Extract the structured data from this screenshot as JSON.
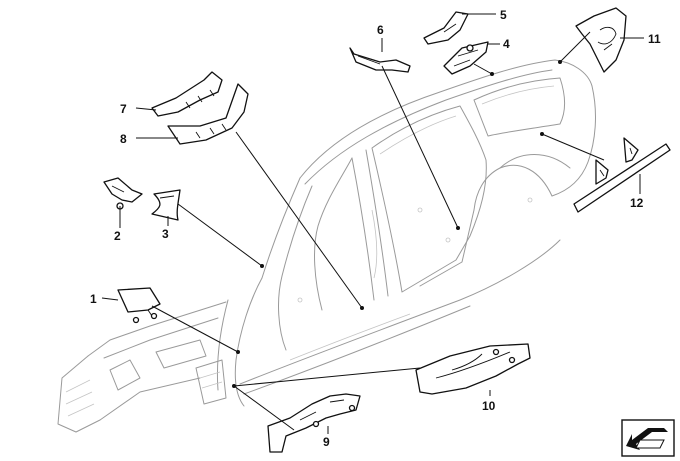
{
  "diagram": {
    "callouts": [
      {
        "id": "1",
        "label": "1"
      },
      {
        "id": "2",
        "label": "2"
      },
      {
        "id": "3",
        "label": "3"
      },
      {
        "id": "4",
        "label": "4"
      },
      {
        "id": "5",
        "label": "5"
      },
      {
        "id": "6",
        "label": "6"
      },
      {
        "id": "7",
        "label": "7"
      },
      {
        "id": "8",
        "label": "8"
      },
      {
        "id": "9",
        "label": "9"
      },
      {
        "id": "10",
        "label": "10"
      },
      {
        "id": "11",
        "label": "11"
      },
      {
        "id": "12",
        "label": "12"
      }
    ],
    "nav_icon": "arrow-down-left-icon"
  }
}
